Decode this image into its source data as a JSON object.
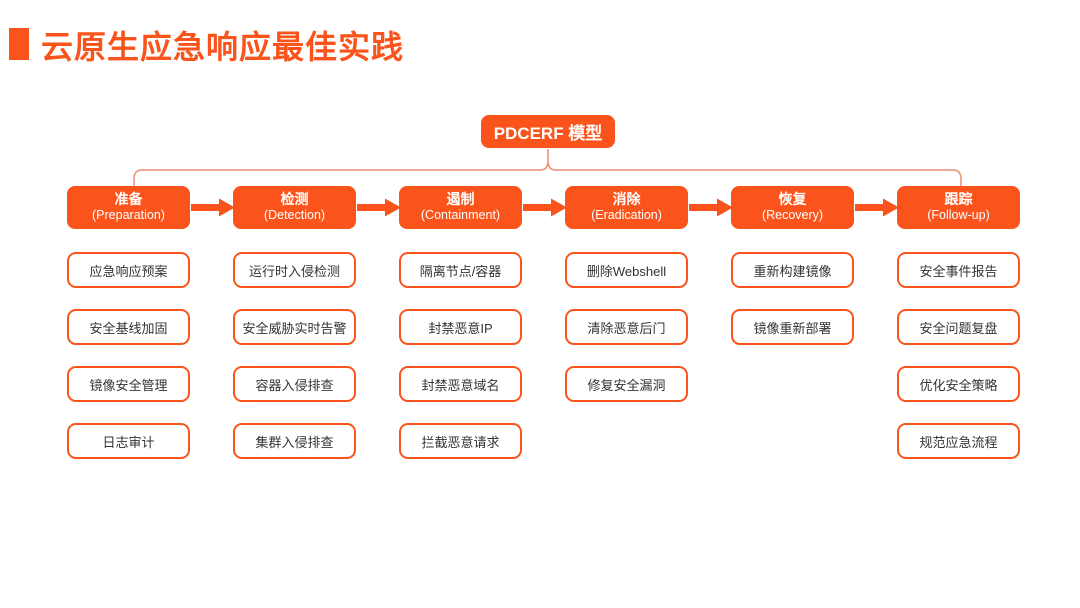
{
  "page": {
    "title": "云原生应急响应最佳实践"
  },
  "model": {
    "label": "PDCERF 模型"
  },
  "colors": {
    "accent": "#FA541C",
    "connector": "#EC8B74",
    "item_text": "#333333",
    "background": "#FFFFFF"
  },
  "stages": [
    {
      "name": "准备",
      "en": "(Preparation)",
      "items": [
        "应急响应预案",
        "安全基线加固",
        "镜像安全管理",
        "日志审计"
      ]
    },
    {
      "name": "检测",
      "en": "(Detection)",
      "items": [
        "运行时入侵检测",
        "安全威胁实时告警",
        "容器入侵排查",
        "集群入侵排查"
      ]
    },
    {
      "name": "遏制",
      "en": "(Containment)",
      "items": [
        "隔离节点/容器",
        "封禁恶意IP",
        "封禁恶意域名",
        "拦截恶意请求"
      ]
    },
    {
      "name": "消除",
      "en": "(Eradication)",
      "items": [
        "删除Webshell",
        "清除恶意后门",
        "修复安全漏洞"
      ]
    },
    {
      "name": "恢复",
      "en": "(Recovery)",
      "items": [
        "重新构建镜像",
        "镜像重新部署"
      ]
    },
    {
      "name": "跟踪",
      "en": "(Follow-up)",
      "items": [
        "安全事件报告",
        "安全问题复盘",
        "优化安全策略",
        "规范应急流程"
      ]
    }
  ]
}
